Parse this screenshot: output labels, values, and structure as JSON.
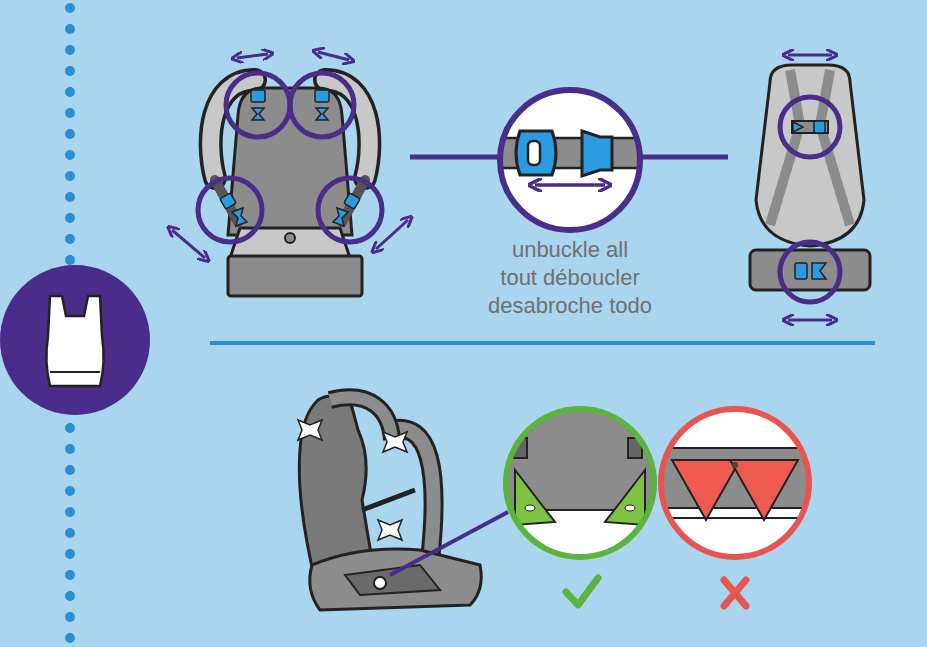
{
  "diagram": {
    "labels": [
      "unbuckle all",
      "tout déboucler",
      "desabroche todo"
    ]
  }
}
